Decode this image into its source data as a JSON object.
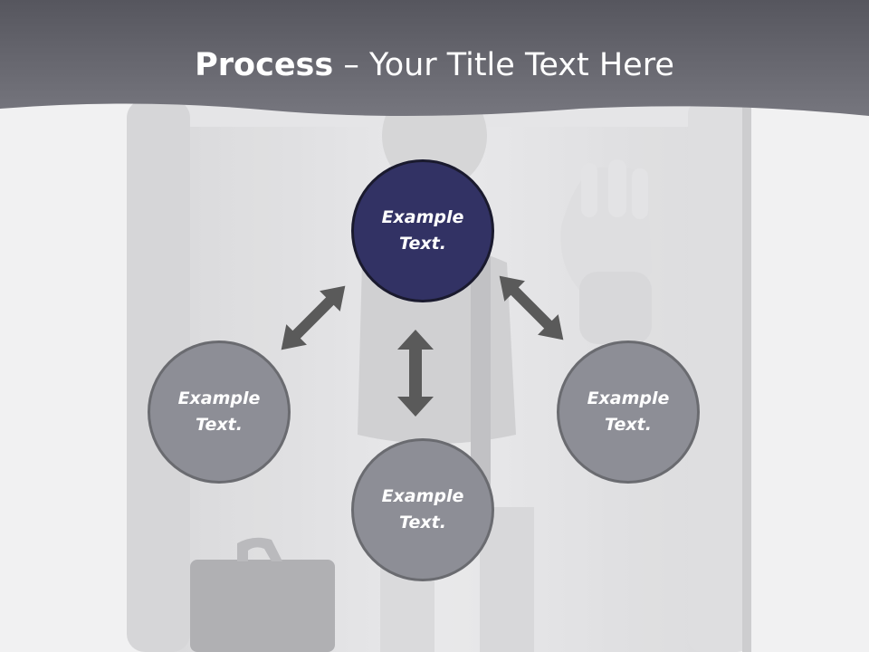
{
  "slide": {
    "title_bold": "Process",
    "title_rest": " – Your Title Text Here"
  },
  "diagram": {
    "center_node": "Example Text.",
    "left_node": "Example Text.",
    "bottom_node": "Example Text.",
    "right_node": "Example Text."
  },
  "colors": {
    "header_band": "#5e5e66",
    "center_node": "#323264",
    "outer_nodes": "#8d8e96",
    "arrows": "#5a5a5a"
  },
  "icons": [
    "double-arrow-icon"
  ]
}
